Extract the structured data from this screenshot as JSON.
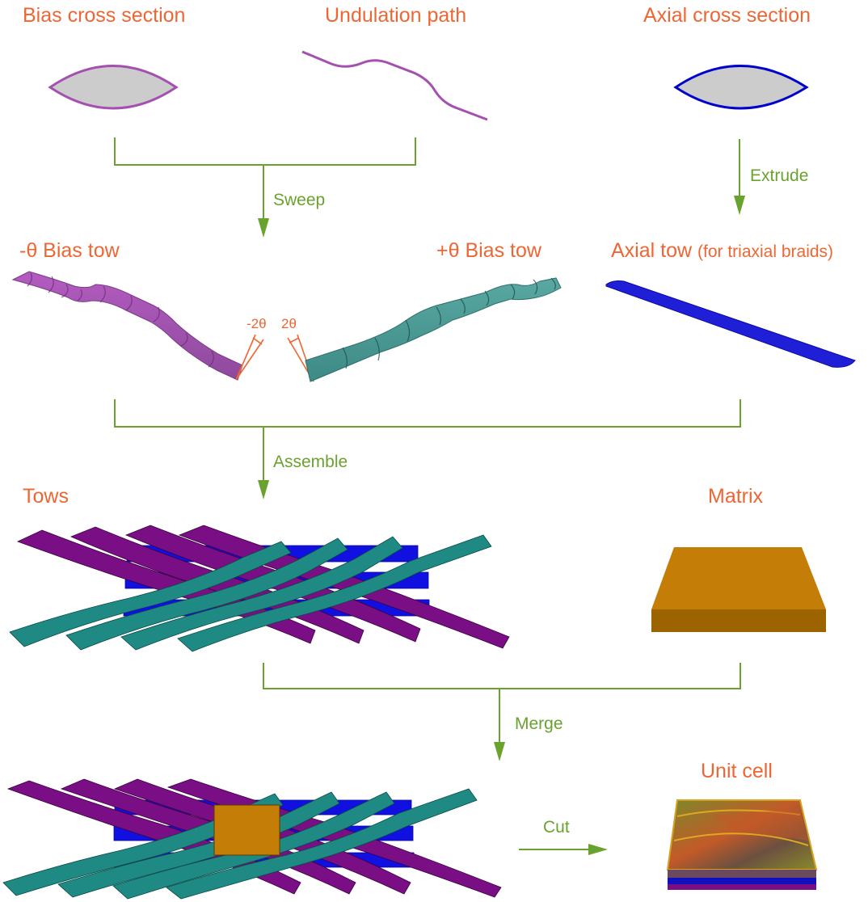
{
  "colors": {
    "label": "#ee6633",
    "step": "#6aa22e",
    "bias_neg": "#9b4fa8",
    "bias_pos": "#3a9a95",
    "axial": "#1a1ae0",
    "matrix": "#c47d06",
    "cross_section_fill": "#cccccc"
  },
  "inputs": {
    "bias_cross_section": "Bias cross section",
    "undulation_path": "Undulation path",
    "axial_cross_section": "Axial cross section"
  },
  "steps": {
    "sweep": "Sweep",
    "extrude": "Extrude",
    "assemble": "Assemble",
    "merge": "Merge",
    "cut": "Cut"
  },
  "tows": {
    "neg_bias": "-θ Bias tow",
    "pos_bias": "+θ Bias tow",
    "axial": "Axial tow",
    "axial_note": "(for triaxial braids)",
    "neg_angle": "-2θ",
    "pos_angle": "2θ"
  },
  "assembly": {
    "tows": "Tows",
    "matrix": "Matrix"
  },
  "result": {
    "unit_cell": "Unit cell"
  }
}
